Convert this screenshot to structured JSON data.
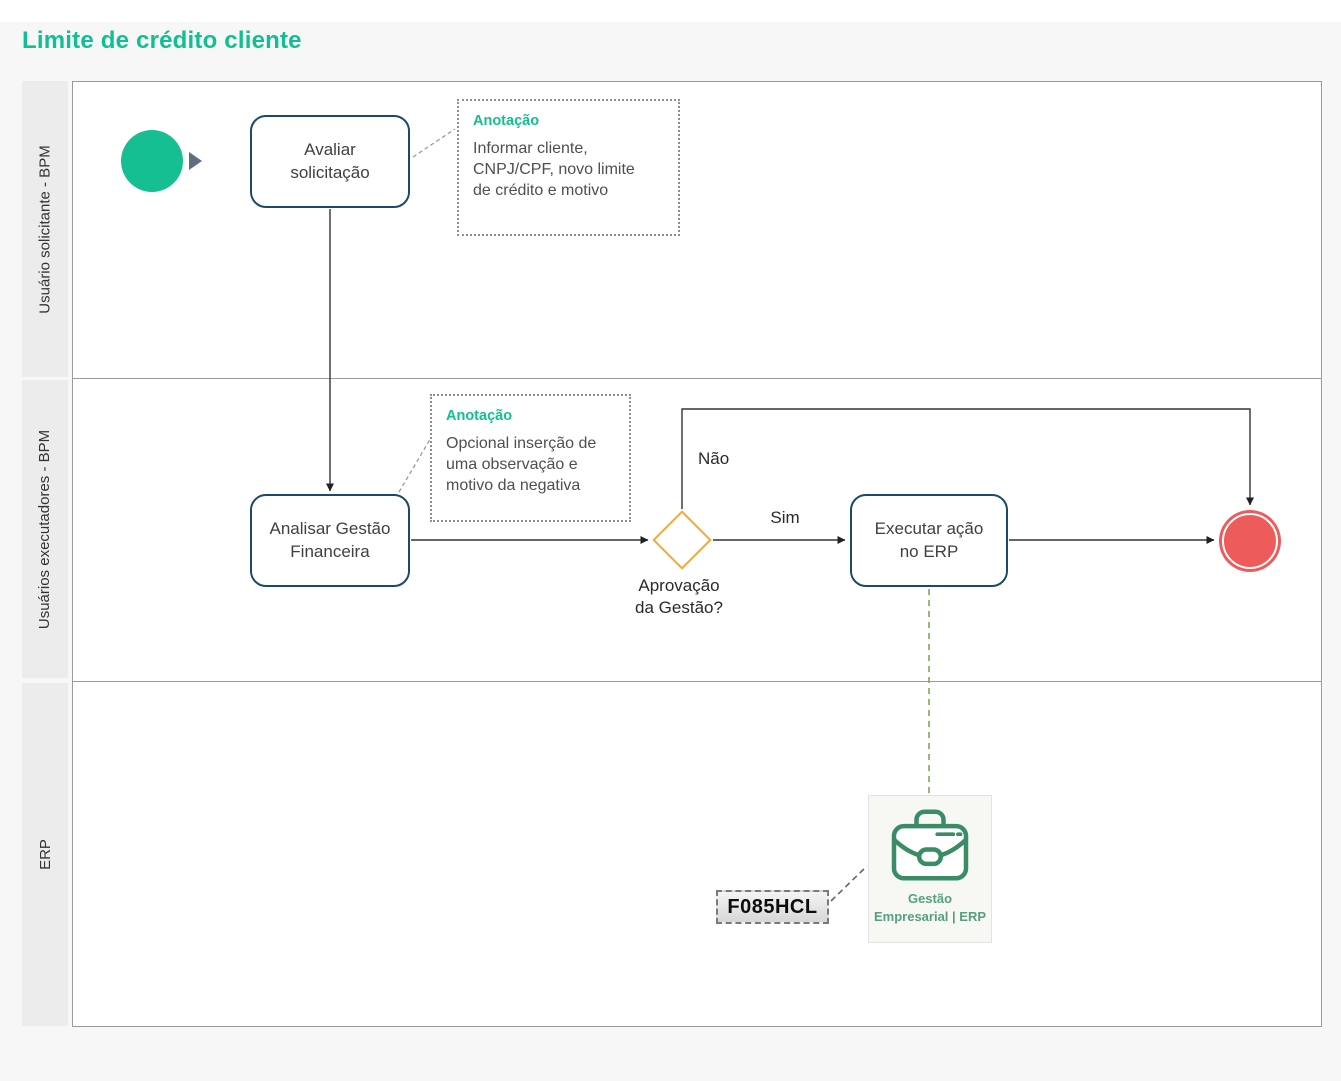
{
  "header": {
    "title": "Limite de crédito cliente"
  },
  "lanes": [
    {
      "label": "Usuário solicitante - BPM"
    },
    {
      "label": "Usuários executadores - BPM"
    },
    {
      "label": "ERP"
    }
  ],
  "nodes": {
    "task_avaliar": {
      "label": "Avaliar\nsolicitação"
    },
    "task_analisar": {
      "label": "Analisar Gestão\nFinanceira"
    },
    "gateway_aprovacao": {
      "label": "Aprovação\nda Gestão?"
    },
    "task_executar": {
      "label": "Executar ação\nno ERP"
    },
    "erp_system": {
      "label": "Gestão\nEmpresarial | ERP",
      "code_label": "F085HCL"
    }
  },
  "edges": {
    "yes_label": "Sim",
    "no_label": "Não"
  },
  "annotations": [
    {
      "title": "Anotação",
      "text": "Informar cliente,\nCNPJ/CPF, novo limite\nde crédito e motivo"
    },
    {
      "title": "Anotação",
      "text": "Opcional inserção de\numa observação e\nmotivo da negativa"
    }
  ],
  "icons": {
    "start_event": "filled-green-circle",
    "sequence_start": "play-triangle",
    "end_event": "red-double-circle",
    "erp_system": "briefcase-icon"
  },
  "colors": {
    "accent_teal": "#10bf92",
    "start_green": "#16bf92",
    "gateway_orange": "#f5a93b",
    "end_red": "#ee5b5b",
    "task_border_navy": "#1b4a68",
    "erp_icon_green": "#3a8c66",
    "erp_link_green": "#7fa653"
  }
}
